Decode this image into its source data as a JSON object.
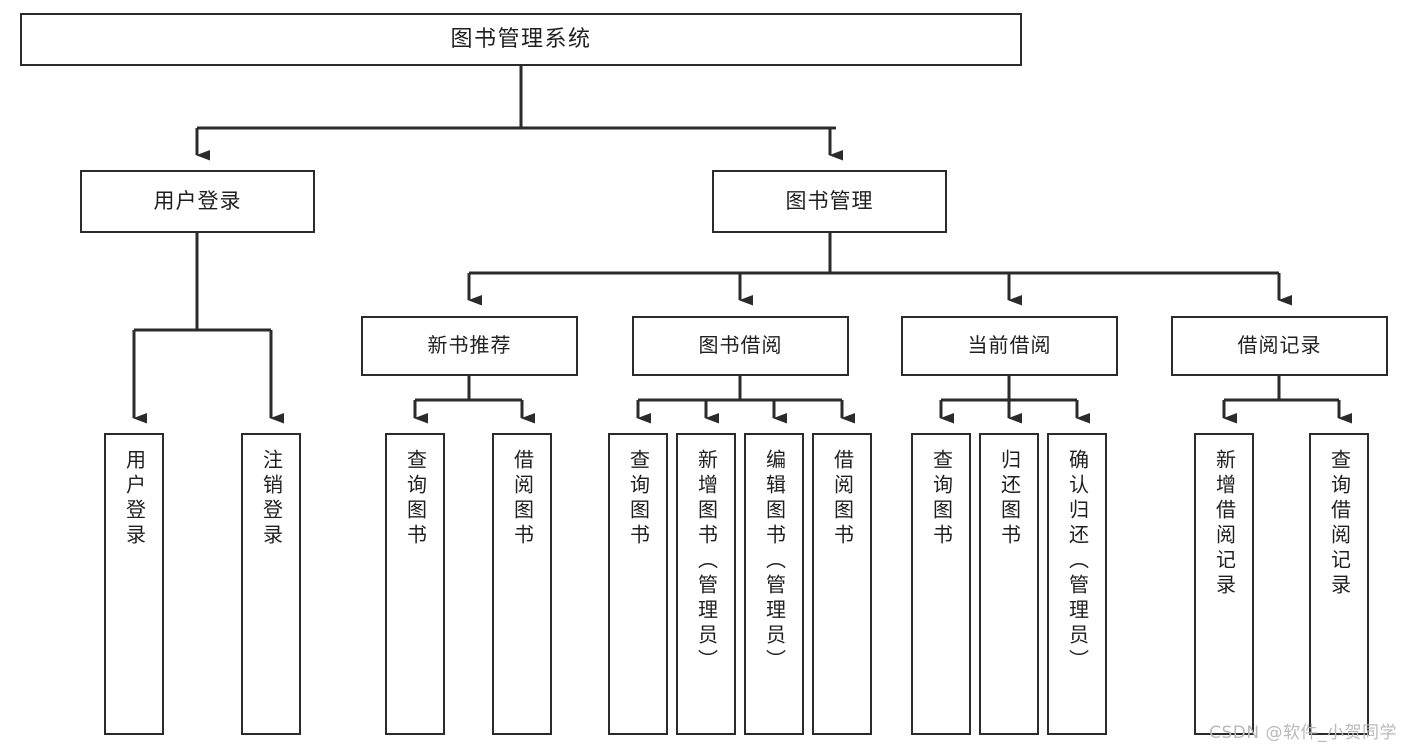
{
  "diagram": {
    "type": "tree-hierarchy-chart",
    "title": "图书管理系统",
    "orientation": "top-down",
    "colors": {
      "box_border": "#2b2b2b",
      "box_fill": "#ffffff",
      "connector": "#2b2b2b",
      "text": "#1f1f1f",
      "watermark": "#b9b9b9",
      "background": "#ffffff"
    }
  },
  "root": {
    "label": "图书管理系统"
  },
  "level2": [
    {
      "label": "用户登录"
    },
    {
      "label": "图书管理"
    }
  ],
  "level3": [
    {
      "label": "新书推荐"
    },
    {
      "label": "图书借阅"
    },
    {
      "label": "当前借阅"
    },
    {
      "label": "借阅记录"
    }
  ],
  "leaves": {
    "user_login": [
      {
        "label": "用户登录"
      },
      {
        "label": "注销登录"
      }
    ],
    "new_book_recommend": [
      {
        "label": "查询图书"
      },
      {
        "label": "借阅图书"
      }
    ],
    "book_borrow": [
      {
        "label": "查询图书"
      },
      {
        "label": "新增图书（管理员）"
      },
      {
        "label": "编辑图书（管理员）"
      },
      {
        "label": "借阅图书"
      }
    ],
    "current_borrow": [
      {
        "label": "查询图书"
      },
      {
        "label": "归还图书"
      },
      {
        "label": "确认归还（管理员）"
      }
    ],
    "borrow_records": [
      {
        "label": "新增借阅记录"
      },
      {
        "label": "查询借阅记录"
      }
    ]
  },
  "watermark": {
    "text": "CSDN @软件_小贺同学"
  }
}
